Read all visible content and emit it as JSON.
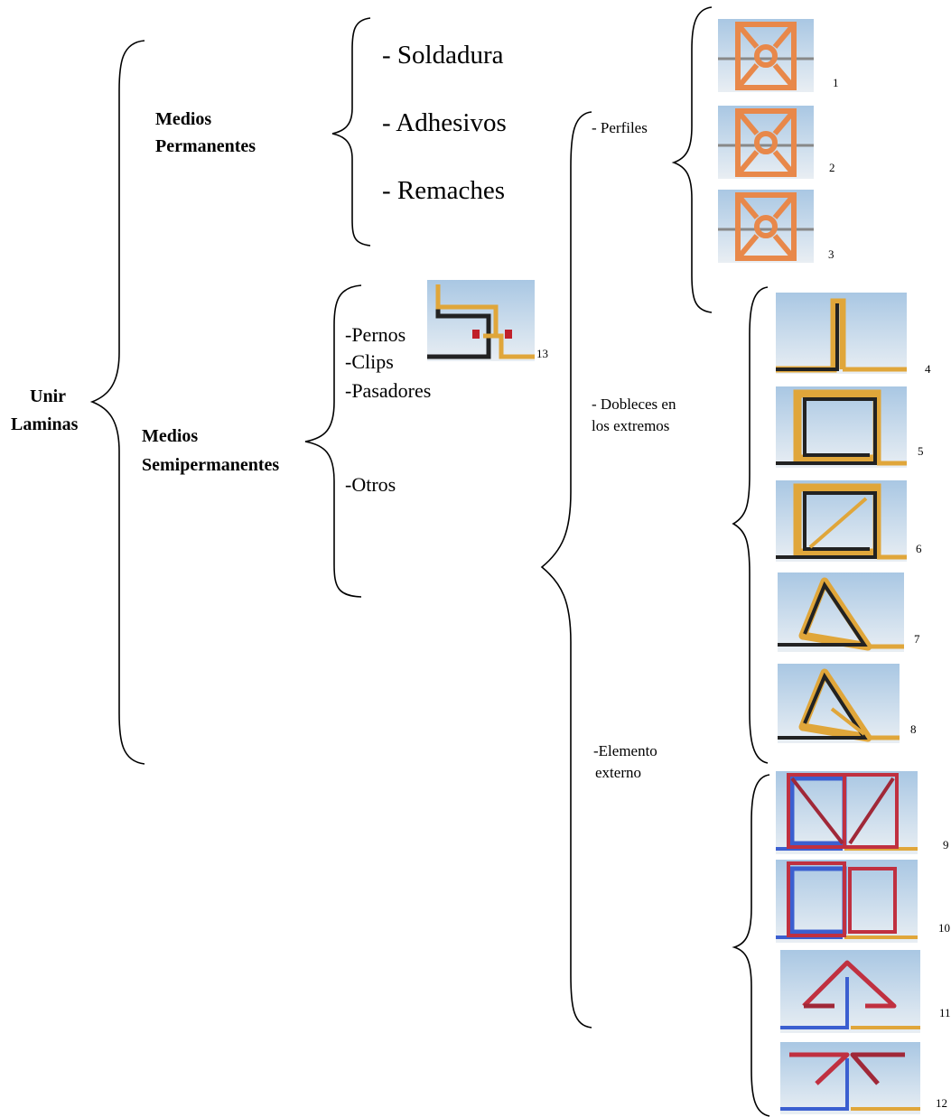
{
  "root": {
    "line1": "Unir",
    "line2": "Laminas"
  },
  "permanent": {
    "title1": "Medios",
    "title2": "Permanentes",
    "items": [
      "- Soldadura",
      "- Adhesivos",
      "- Remaches"
    ]
  },
  "semi": {
    "title1": "Medios",
    "title2": "Semipermanentes",
    "items": [
      "-Pernos",
      "-Clips",
      "-Pasadores",
      "-Otros"
    ]
  },
  "otros": {
    "perfiles": "- Perfiles",
    "dobleces1": "- Dobleces en",
    "dobleces2": "los extremos",
    "elemento1": "-Elemento",
    "elemento2": "externo"
  },
  "figure_numbers": [
    "1",
    "2",
    "3",
    "4",
    "5",
    "6",
    "7",
    "8",
    "9",
    "10",
    "11",
    "12",
    "13"
  ]
}
